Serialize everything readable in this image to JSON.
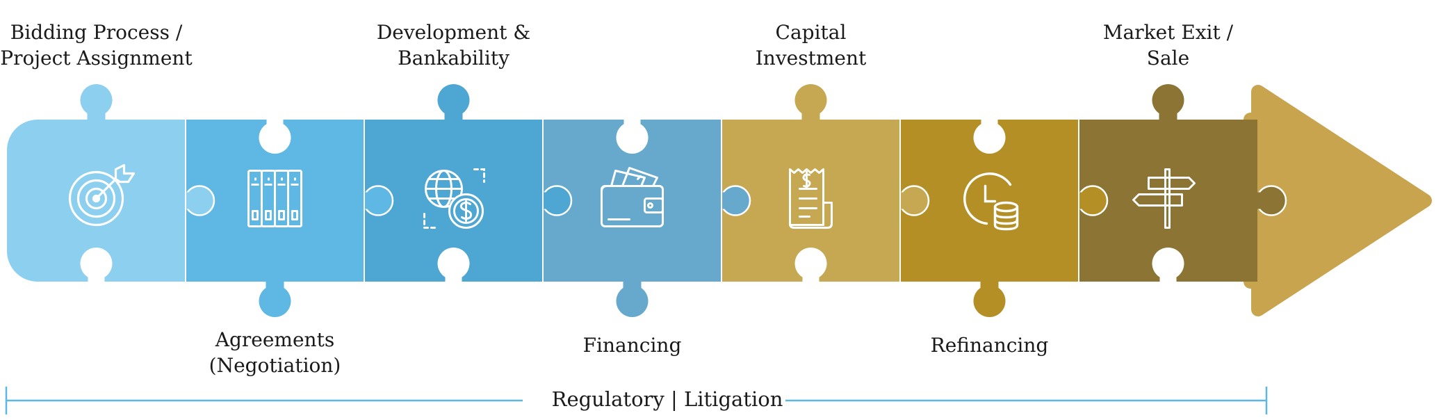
{
  "stages": [
    {
      "id": "bidding",
      "lines": [
        "Bidding Process /",
        "Project Assignment"
      ],
      "label_pos": "top",
      "color": "#8DCFEF",
      "icon": "target-icon"
    },
    {
      "id": "agreements",
      "lines": [
        "Agreements",
        "(Negotiation)"
      ],
      "label_pos": "bottom",
      "color": "#5FB7E3",
      "icon": "binders-icon"
    },
    {
      "id": "development",
      "lines": [
        "Development &",
        "Bankability"
      ],
      "label_pos": "top",
      "color": "#4EA6D2",
      "icon": "globe-money-icon"
    },
    {
      "id": "financing",
      "lines": [
        "Financing"
      ],
      "label_pos": "bottom",
      "color": "#66A9CC",
      "icon": "wallet-icon"
    },
    {
      "id": "capital",
      "lines": [
        "Capital",
        "Investment"
      ],
      "label_pos": "top",
      "color": "#C6A853",
      "icon": "receipt-icon"
    },
    {
      "id": "refinancing",
      "lines": [
        "Refinancing"
      ],
      "label_pos": "bottom",
      "color": "#B48F26",
      "icon": "clock-coins-icon"
    },
    {
      "id": "exit",
      "lines": [
        "Market Exit /",
        "Sale"
      ],
      "label_pos": "top",
      "color": "#8B7434",
      "icon": "signpost-icon"
    }
  ],
  "arrow_color": "#C8A44E",
  "footer": {
    "label": "Regulatory | Litigation",
    "line_color": "#5CB7E3"
  }
}
